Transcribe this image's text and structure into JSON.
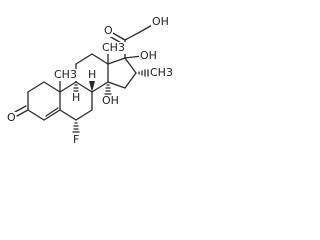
{
  "molecule": {
    "atom_labels": {
      "o_ketone_c20": "O",
      "oh_c21": "OH",
      "oh_c17": "OH",
      "me_c13": "CH3",
      "me_c10": "CH3",
      "me_c16": "CH3",
      "h_c9": "H",
      "h_c8": "H",
      "oh_c14": "OH",
      "o_c3": "O",
      "f_c6": "F"
    },
    "colors": {
      "bond": "#2a2a2a",
      "text": "#1f1f1f",
      "background": "#ffffff"
    }
  }
}
